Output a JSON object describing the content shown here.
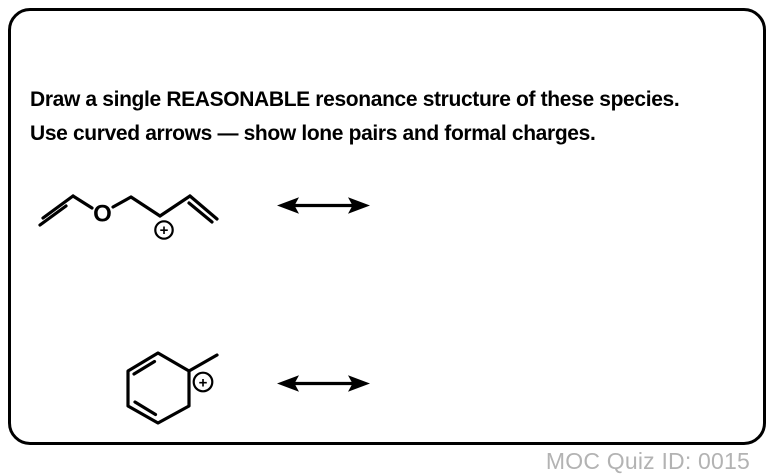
{
  "colors": {
    "ink": "#000000",
    "footer_text": "#b3b3b3",
    "background": "#ffffff"
  },
  "card": {
    "instructions": {
      "line1": "Draw a single REASONABLE resonance structure of these species.",
      "line2": "Use curved arrows — show lone pairs and formal charges."
    },
    "problems": [
      {
        "structure": "skeletal drawing: CH2=CH-O-CH2-CH(+)-CH=CH2 (vinyl ether with allylic carbocation)",
        "atom_label": "O",
        "charge": "+",
        "arrow": "resonance double-headed arrow"
      },
      {
        "structure": "skeletal drawing: 1-methylcyclohexa-2,4-dien-1-ylium cation (six-membered ring, two double bonds, methyl group, positive charge)",
        "atom_label": "",
        "charge": "+",
        "arrow": "resonance double-headed arrow"
      }
    ]
  },
  "footer": {
    "quiz_id": "MOC Quiz ID: 0015"
  }
}
